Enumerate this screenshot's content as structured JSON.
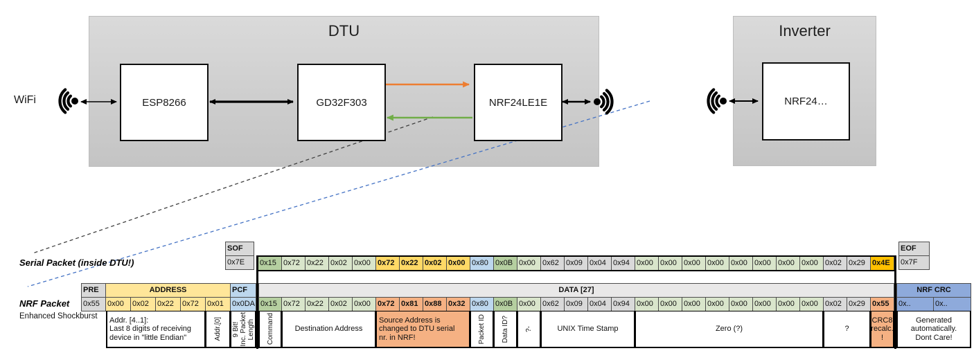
{
  "diagram": {
    "dtu_title": "DTU",
    "inverter_title": "Inverter",
    "wifi_label": "WiFi",
    "esp_label": "ESP8266",
    "gd_label": "GD32F303",
    "nrf_label": "NRF24LE1E",
    "inverter_nrf_label": "NRF24…"
  },
  "serial_packet": {
    "label": "Serial Packet (inside DTU!)",
    "sof_header": "SOF",
    "sof_value": "0x7E",
    "eof_header": "EOF",
    "eof_value": "0x7F",
    "bytes": [
      {
        "v": "0x15",
        "c": "gd"
      },
      {
        "v": "0x72",
        "c": "gl"
      },
      {
        "v": "0x22",
        "c": "gl"
      },
      {
        "v": "0x02",
        "c": "gl"
      },
      {
        "v": "0x00",
        "c": "gl"
      },
      {
        "v": "0x72",
        "c": "yb"
      },
      {
        "v": "0x22",
        "c": "yb"
      },
      {
        "v": "0x02",
        "c": "yb"
      },
      {
        "v": "0x00",
        "c": "yb"
      },
      {
        "v": "0x80",
        "c": "bl"
      },
      {
        "v": "0x0B",
        "c": "gd"
      },
      {
        "v": "0x00",
        "c": "gl"
      },
      {
        "v": "0x62",
        "c": "gy"
      },
      {
        "v": "0x09",
        "c": "gy"
      },
      {
        "v": "0x04",
        "c": "gy"
      },
      {
        "v": "0x94",
        "c": "gy"
      },
      {
        "v": "0x00",
        "c": "gl"
      },
      {
        "v": "0x00",
        "c": "gl"
      },
      {
        "v": "0x00",
        "c": "gl"
      },
      {
        "v": "0x00",
        "c": "gl"
      },
      {
        "v": "0x00",
        "c": "gl"
      },
      {
        "v": "0x00",
        "c": "gl"
      },
      {
        "v": "0x00",
        "c": "gl"
      },
      {
        "v": "0x00",
        "c": "gl"
      },
      {
        "v": "0x02",
        "c": "gy"
      },
      {
        "v": "0x29",
        "c": "gy"
      },
      {
        "v": "0x4E",
        "c": "am"
      }
    ]
  },
  "nrf_packet": {
    "label": "NRF Packet",
    "sublabel": "Enhanced Shockburst",
    "pre_header": "PRE",
    "pre_value": "0x55",
    "address_header": "ADDRESS",
    "address_values": [
      "0x00",
      "0x02",
      "0x22",
      "0x72",
      "0x01"
    ],
    "pcf_header": "PCF",
    "pcf_value": "0x0DA",
    "data_header": "DATA [27]",
    "data_bytes": [
      {
        "v": "0x15",
        "c": "gd"
      },
      {
        "v": "0x72",
        "c": "gl"
      },
      {
        "v": "0x22",
        "c": "gl"
      },
      {
        "v": "0x02",
        "c": "gl"
      },
      {
        "v": "0x00",
        "c": "gl"
      },
      {
        "v": "0x72",
        "c": "ob"
      },
      {
        "v": "0x81",
        "c": "ob"
      },
      {
        "v": "0x88",
        "c": "ob"
      },
      {
        "v": "0x32",
        "c": "ob"
      },
      {
        "v": "0x80",
        "c": "bl"
      },
      {
        "v": "0x0B",
        "c": "gd"
      },
      {
        "v": "0x00",
        "c": "gl"
      },
      {
        "v": "0x62",
        "c": "gy"
      },
      {
        "v": "0x09",
        "c": "gy"
      },
      {
        "v": "0x04",
        "c": "gy"
      },
      {
        "v": "0x94",
        "c": "gy"
      },
      {
        "v": "0x00",
        "c": "gl"
      },
      {
        "v": "0x00",
        "c": "gl"
      },
      {
        "v": "0x00",
        "c": "gl"
      },
      {
        "v": "0x00",
        "c": "gl"
      },
      {
        "v": "0x00",
        "c": "gl"
      },
      {
        "v": "0x00",
        "c": "gl"
      },
      {
        "v": "0x00",
        "c": "gl"
      },
      {
        "v": "0x00",
        "c": "gl"
      },
      {
        "v": "0x02",
        "c": "gy"
      },
      {
        "v": "0x29",
        "c": "gy"
      },
      {
        "v": "0x55",
        "c": "ob"
      }
    ],
    "crc_header": "NRF CRC",
    "crc_values": [
      "0x..",
      "0x.."
    ],
    "annotations": [
      {
        "text": "Addr. [4..1]:\nLast 8 digits of receiving\ndevice in \"little Endian\"",
        "span": 4,
        "region": "prefix",
        "style": "left"
      },
      {
        "text": "Addr.[0]",
        "span": 1,
        "region": "prefix",
        "style": "rotated"
      },
      {
        "text": "9 Bit!\nInc. Packet\nLength",
        "span": 1,
        "region": "pcf",
        "style": "rotated"
      },
      {
        "text": "Command",
        "span": 1,
        "region": "data",
        "style": "rotated"
      },
      {
        "text": "Destination Address",
        "span": 4,
        "region": "data",
        "style": "center"
      },
      {
        "text": "Source Address is\nchanged to DTU serial\nnr. in NRF!",
        "span": 4,
        "region": "data",
        "style": "left",
        "bg": "orange"
      },
      {
        "text": "Packet ID",
        "span": 1,
        "region": "data",
        "style": "rotated"
      },
      {
        "text": "Data ID?",
        "span": 1,
        "region": "data",
        "style": "rotated"
      },
      {
        "text": "?-",
        "span": 1,
        "region": "data",
        "style": "rotated"
      },
      {
        "text": "UNIX Time Stamp",
        "span": 4,
        "region": "data",
        "style": "center"
      },
      {
        "text": "Zero (?)",
        "span": 8,
        "region": "data",
        "style": "center"
      },
      {
        "text": "?",
        "span": 2,
        "region": "data",
        "style": "center"
      },
      {
        "text": "CRC8\nrecalc.\n!",
        "span": 1,
        "region": "data",
        "style": "center",
        "bg": "orange"
      },
      {
        "text": "Generated\nautomatically.\nDont Care!",
        "span": 2,
        "region": "crc",
        "style": "center"
      }
    ]
  },
  "colors": {
    "orange_arrow": "#ED7D31",
    "green_arrow": "#70AD47",
    "blue_dash": "#4472C4",
    "note_orange": "#F5B183",
    "amber": "#FFC000"
  }
}
